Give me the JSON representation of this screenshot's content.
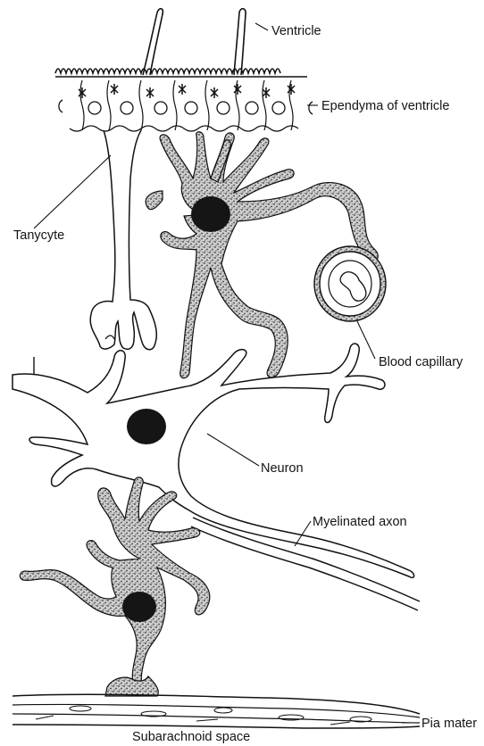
{
  "labels": {
    "ventricle": "Ventricle",
    "ependyma": "Ependyma of ventricle",
    "tanycyte": "Tanycyte",
    "blood_capillary": "Blood capillary",
    "neuron": "Neuron",
    "myelinated_axon": "Myelinated axon",
    "pia_mater": "Pia mater",
    "subarachnoid_space": "Subarachnoid space"
  }
}
